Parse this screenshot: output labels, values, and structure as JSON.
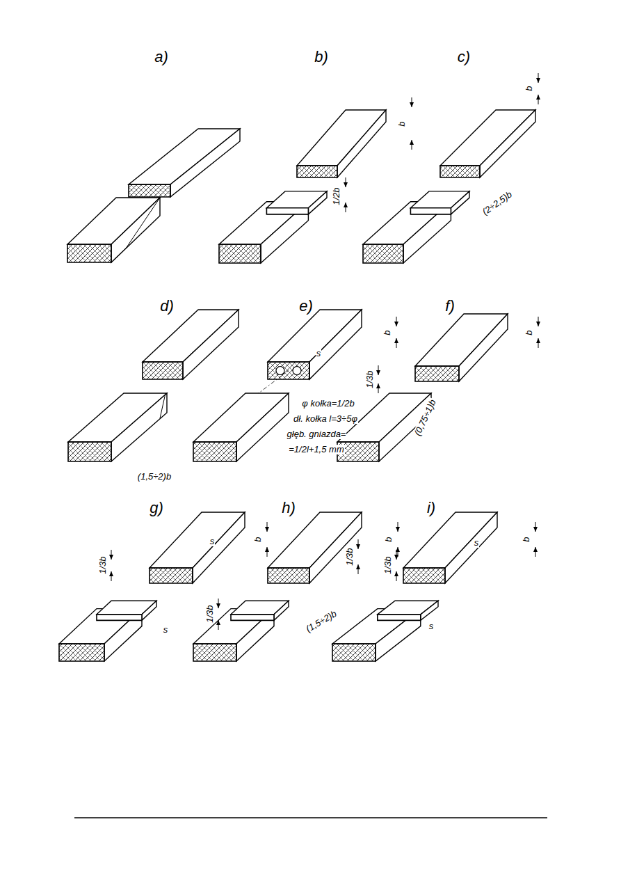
{
  "diagram": {
    "labels": [
      "a)",
      "b)",
      "b",
      "1/2b",
      "c)",
      "b",
      "(2÷2,5)b",
      "d)",
      "(1,5÷2)b",
      "e)",
      "b",
      "s",
      "φ kołka=1/2b",
      "dł. kołka l=3÷5φ",
      "głęb. gniazda=",
      "=1/2l+1,5 mm",
      "f)",
      "b",
      "1/3b",
      "(0,75÷1)b",
      "g)",
      "b",
      "s",
      "1/3b",
      "s",
      "1/3b",
      "h)",
      "b",
      "1/3b",
      "(1,5÷2)b",
      "i)",
      "b",
      "s",
      "1/3b",
      "s"
    ]
  }
}
